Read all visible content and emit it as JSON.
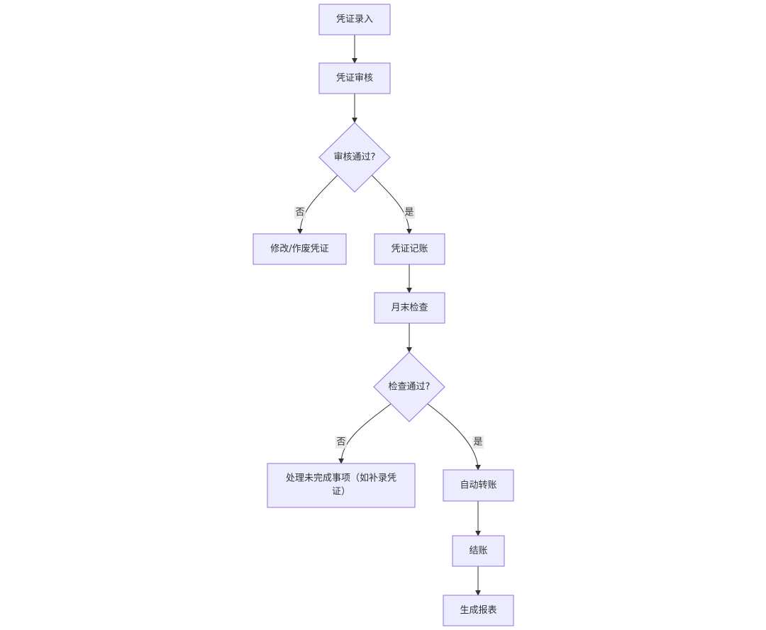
{
  "diagram": {
    "type": "flowchart",
    "nodes": {
      "voucher_entry": "凭证录入",
      "voucher_review": "凭证审核",
      "review_passed": "审核通过?",
      "modify_void": "修改/作废凭证",
      "voucher_posting": "凭证记账",
      "month_end_check": "月末检查",
      "check_passed": "检查通过?",
      "handle_pending_line1": "处理未完成事项（如补录凭",
      "handle_pending_line2": "证）",
      "auto_transfer": "自动转账",
      "closing": "结账",
      "generate_reports": "生成报表"
    },
    "edge_labels": {
      "review_no": "否",
      "review_yes": "是",
      "check_no": "否",
      "check_yes": "是"
    },
    "colors": {
      "node_fill": "#ECECFF",
      "node_stroke": "#9370DB",
      "edge": "#333333",
      "text": "#333333"
    }
  }
}
